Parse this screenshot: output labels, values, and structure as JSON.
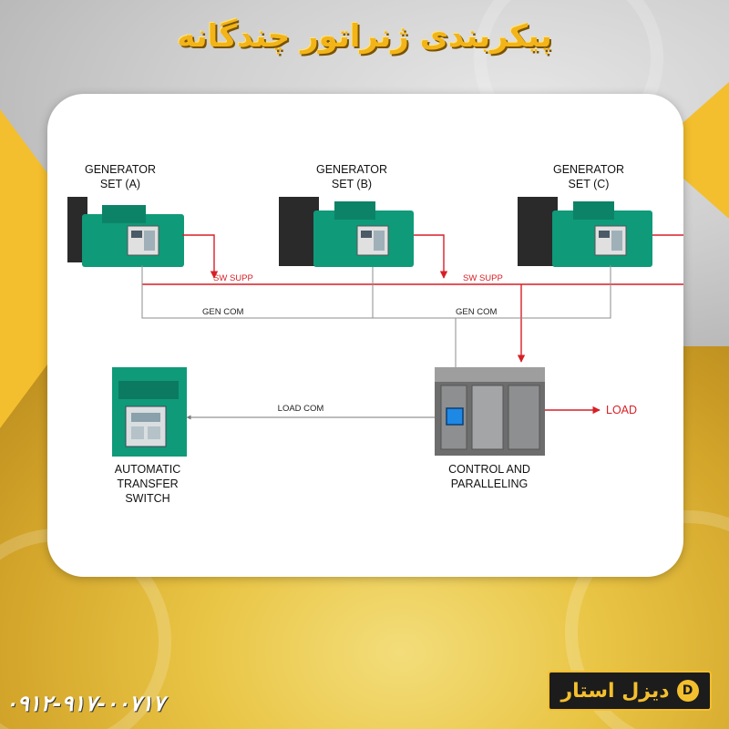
{
  "page": {
    "title": "پیکربندی ژنراتور چندگانه",
    "phone": "۰۹۱۲-۹۱۷-۰۰۷۱۷",
    "logo": {
      "text": "دیزل استار",
      "mark": "D"
    }
  },
  "diagram": {
    "generators": [
      {
        "line1": "GENERATOR",
        "line2": "SET (A)"
      },
      {
        "line1": "GENERATOR",
        "line2": "SET (B)"
      },
      {
        "line1": "GENERATOR",
        "line2": "SET (C)"
      }
    ],
    "labels": {
      "sw_supp_1": "SW SUPP",
      "sw_supp_2": "SW SUPP",
      "gen_com_1": "GEN COM",
      "gen_com_2": "GEN COM",
      "load_com": "LOAD COM",
      "load": "LOAD"
    },
    "ats": {
      "line1": "AUTOMATIC",
      "line2": "TRANSFER",
      "line3": "SWITCH"
    },
    "control": {
      "line1": "CONTROL AND",
      "line2": "PARALLELING"
    },
    "colors": {
      "generator": "#0f9a7a",
      "supply_line": "#d81f26",
      "com_line": "#8c8c8c",
      "accent": "#f4bf2e"
    }
  }
}
